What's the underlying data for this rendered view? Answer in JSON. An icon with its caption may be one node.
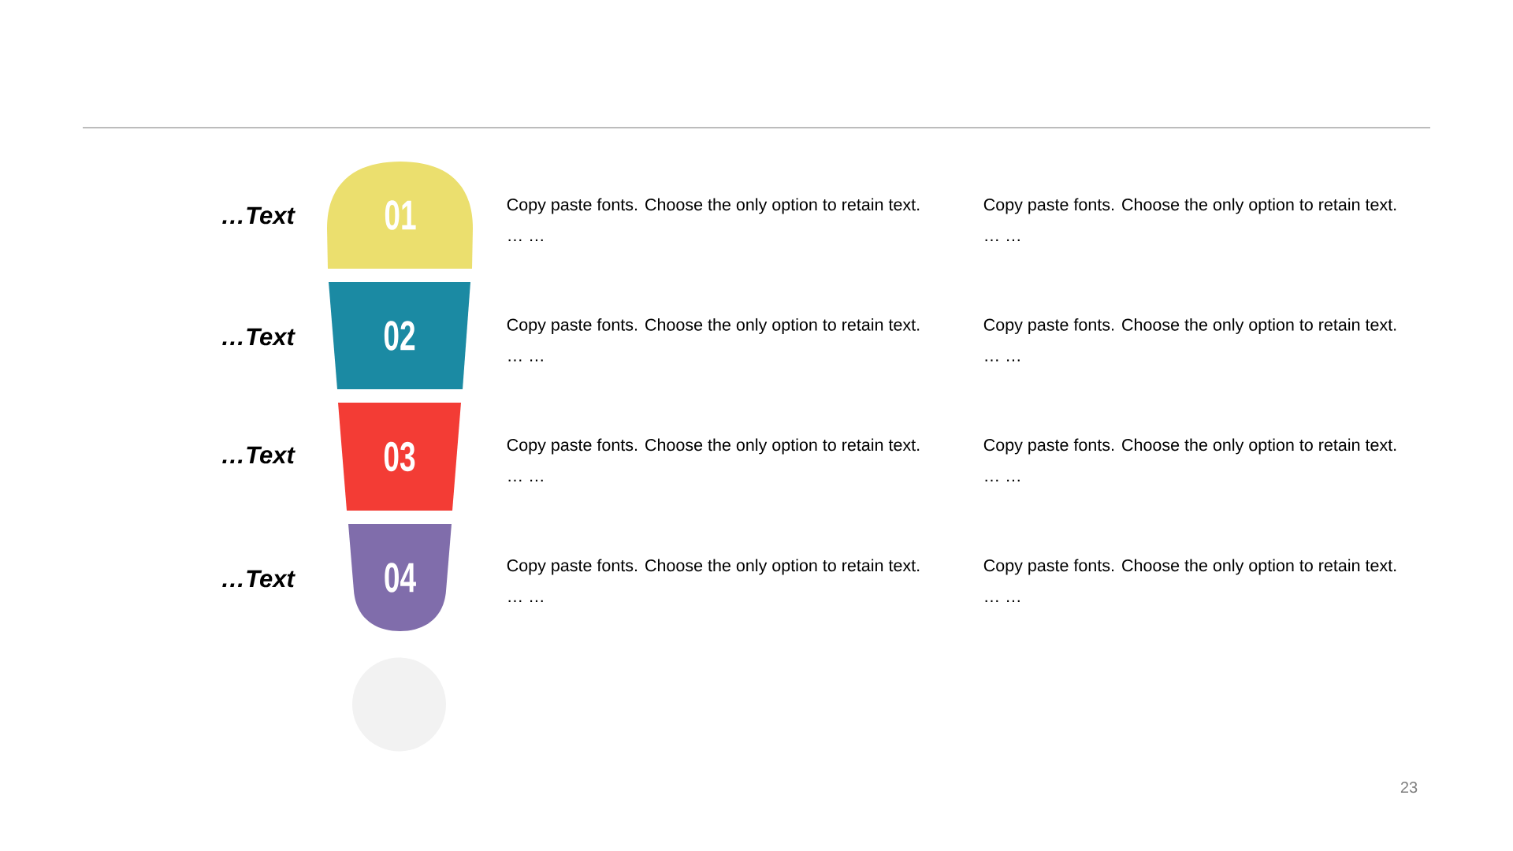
{
  "diagram": {
    "nodes": [
      {
        "text": [
          "01"
        ],
        "beside": [
          "…Text"
        ]
      },
      {
        "text": [
          "02"
        ],
        "beside": [
          "…Text"
        ]
      },
      {
        "text": [
          "03"
        ],
        "beside": [
          "…Text"
        ]
      },
      {
        "text": [
          "04"
        ],
        "beside": [
          "…Text"
        ]
      },
      {
        "text": [],
        "shape": "circle"
      }
    ],
    "labels": [
      "Copy paste fonts. Choose the only option to retain text.",
      "… …",
      "Copy paste fonts. Choose the only option to retain text.",
      "… …",
      "Copy paste fonts. Choose the only option to retain text.",
      "… …",
      "Copy paste fonts. Choose the only option to retain text.",
      "… …",
      "Copy paste fonts. Choose the only option to retain text.",
      "… …",
      "Copy paste fonts. Choose the only option to retain text.",
      "… …",
      "Copy paste fonts. Choose the only option to retain text.",
      "… …",
      "Copy paste fonts. Choose the only option to retain text.",
      "… …",
      "23"
    ]
  }
}
